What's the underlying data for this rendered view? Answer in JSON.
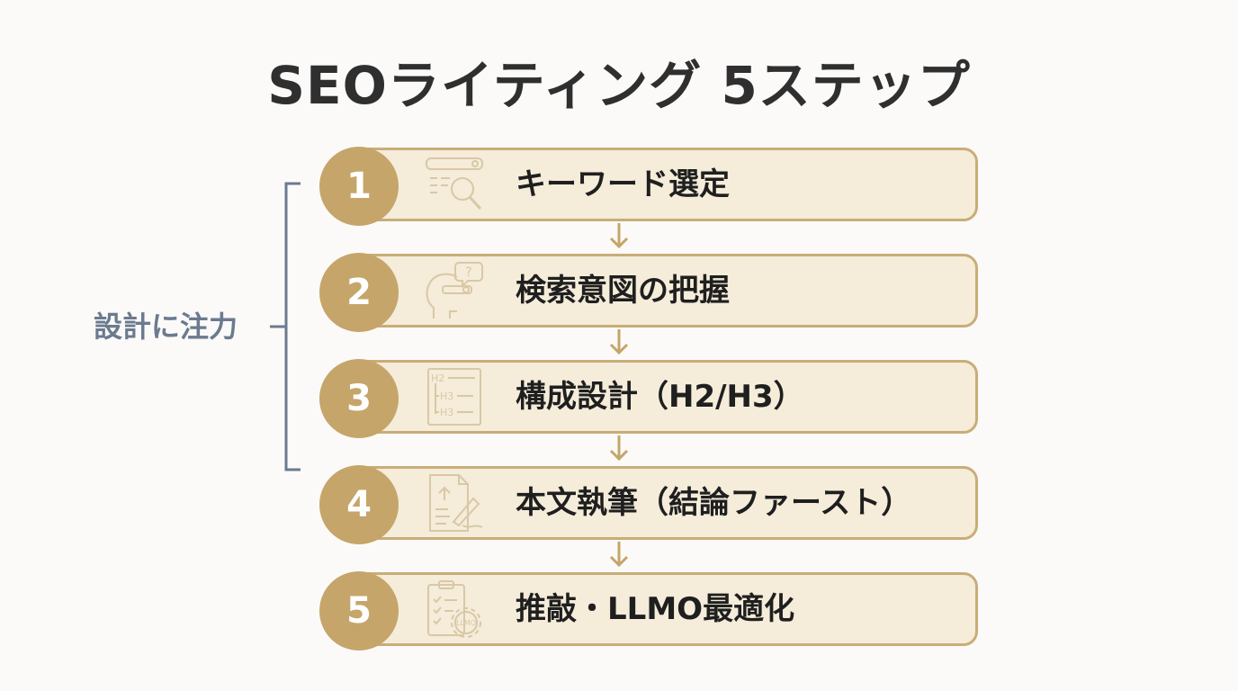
{
  "title": "SEOライティング 5ステップ",
  "bracket_label": "設計に注力",
  "steps": [
    {
      "number": "1",
      "label": "キーワード選定",
      "icon": "keyword-search-icon"
    },
    {
      "number": "2",
      "label": "検索意図の把握",
      "icon": "head-search-intent-icon"
    },
    {
      "number": "3",
      "label": "構成設計（H2/H3）",
      "icon": "heading-structure-icon"
    },
    {
      "number": "4",
      "label": "本文執筆（結論ファースト）",
      "icon": "document-writing-icon"
    },
    {
      "number": "5",
      "label": "推敲・LLMO最適化",
      "icon": "checklist-gear-icon"
    }
  ],
  "icon_text": {
    "h2": "H2",
    "h3a": "H3",
    "h3b": "H3",
    "llmo": "LLMO",
    "question": "?"
  },
  "colors": {
    "accent": "#c5a56a",
    "bar_fill": "#f5ecda",
    "bar_border": "#c9ad78",
    "bracket": "#6b7a8f",
    "title": "#2f2f2f"
  }
}
